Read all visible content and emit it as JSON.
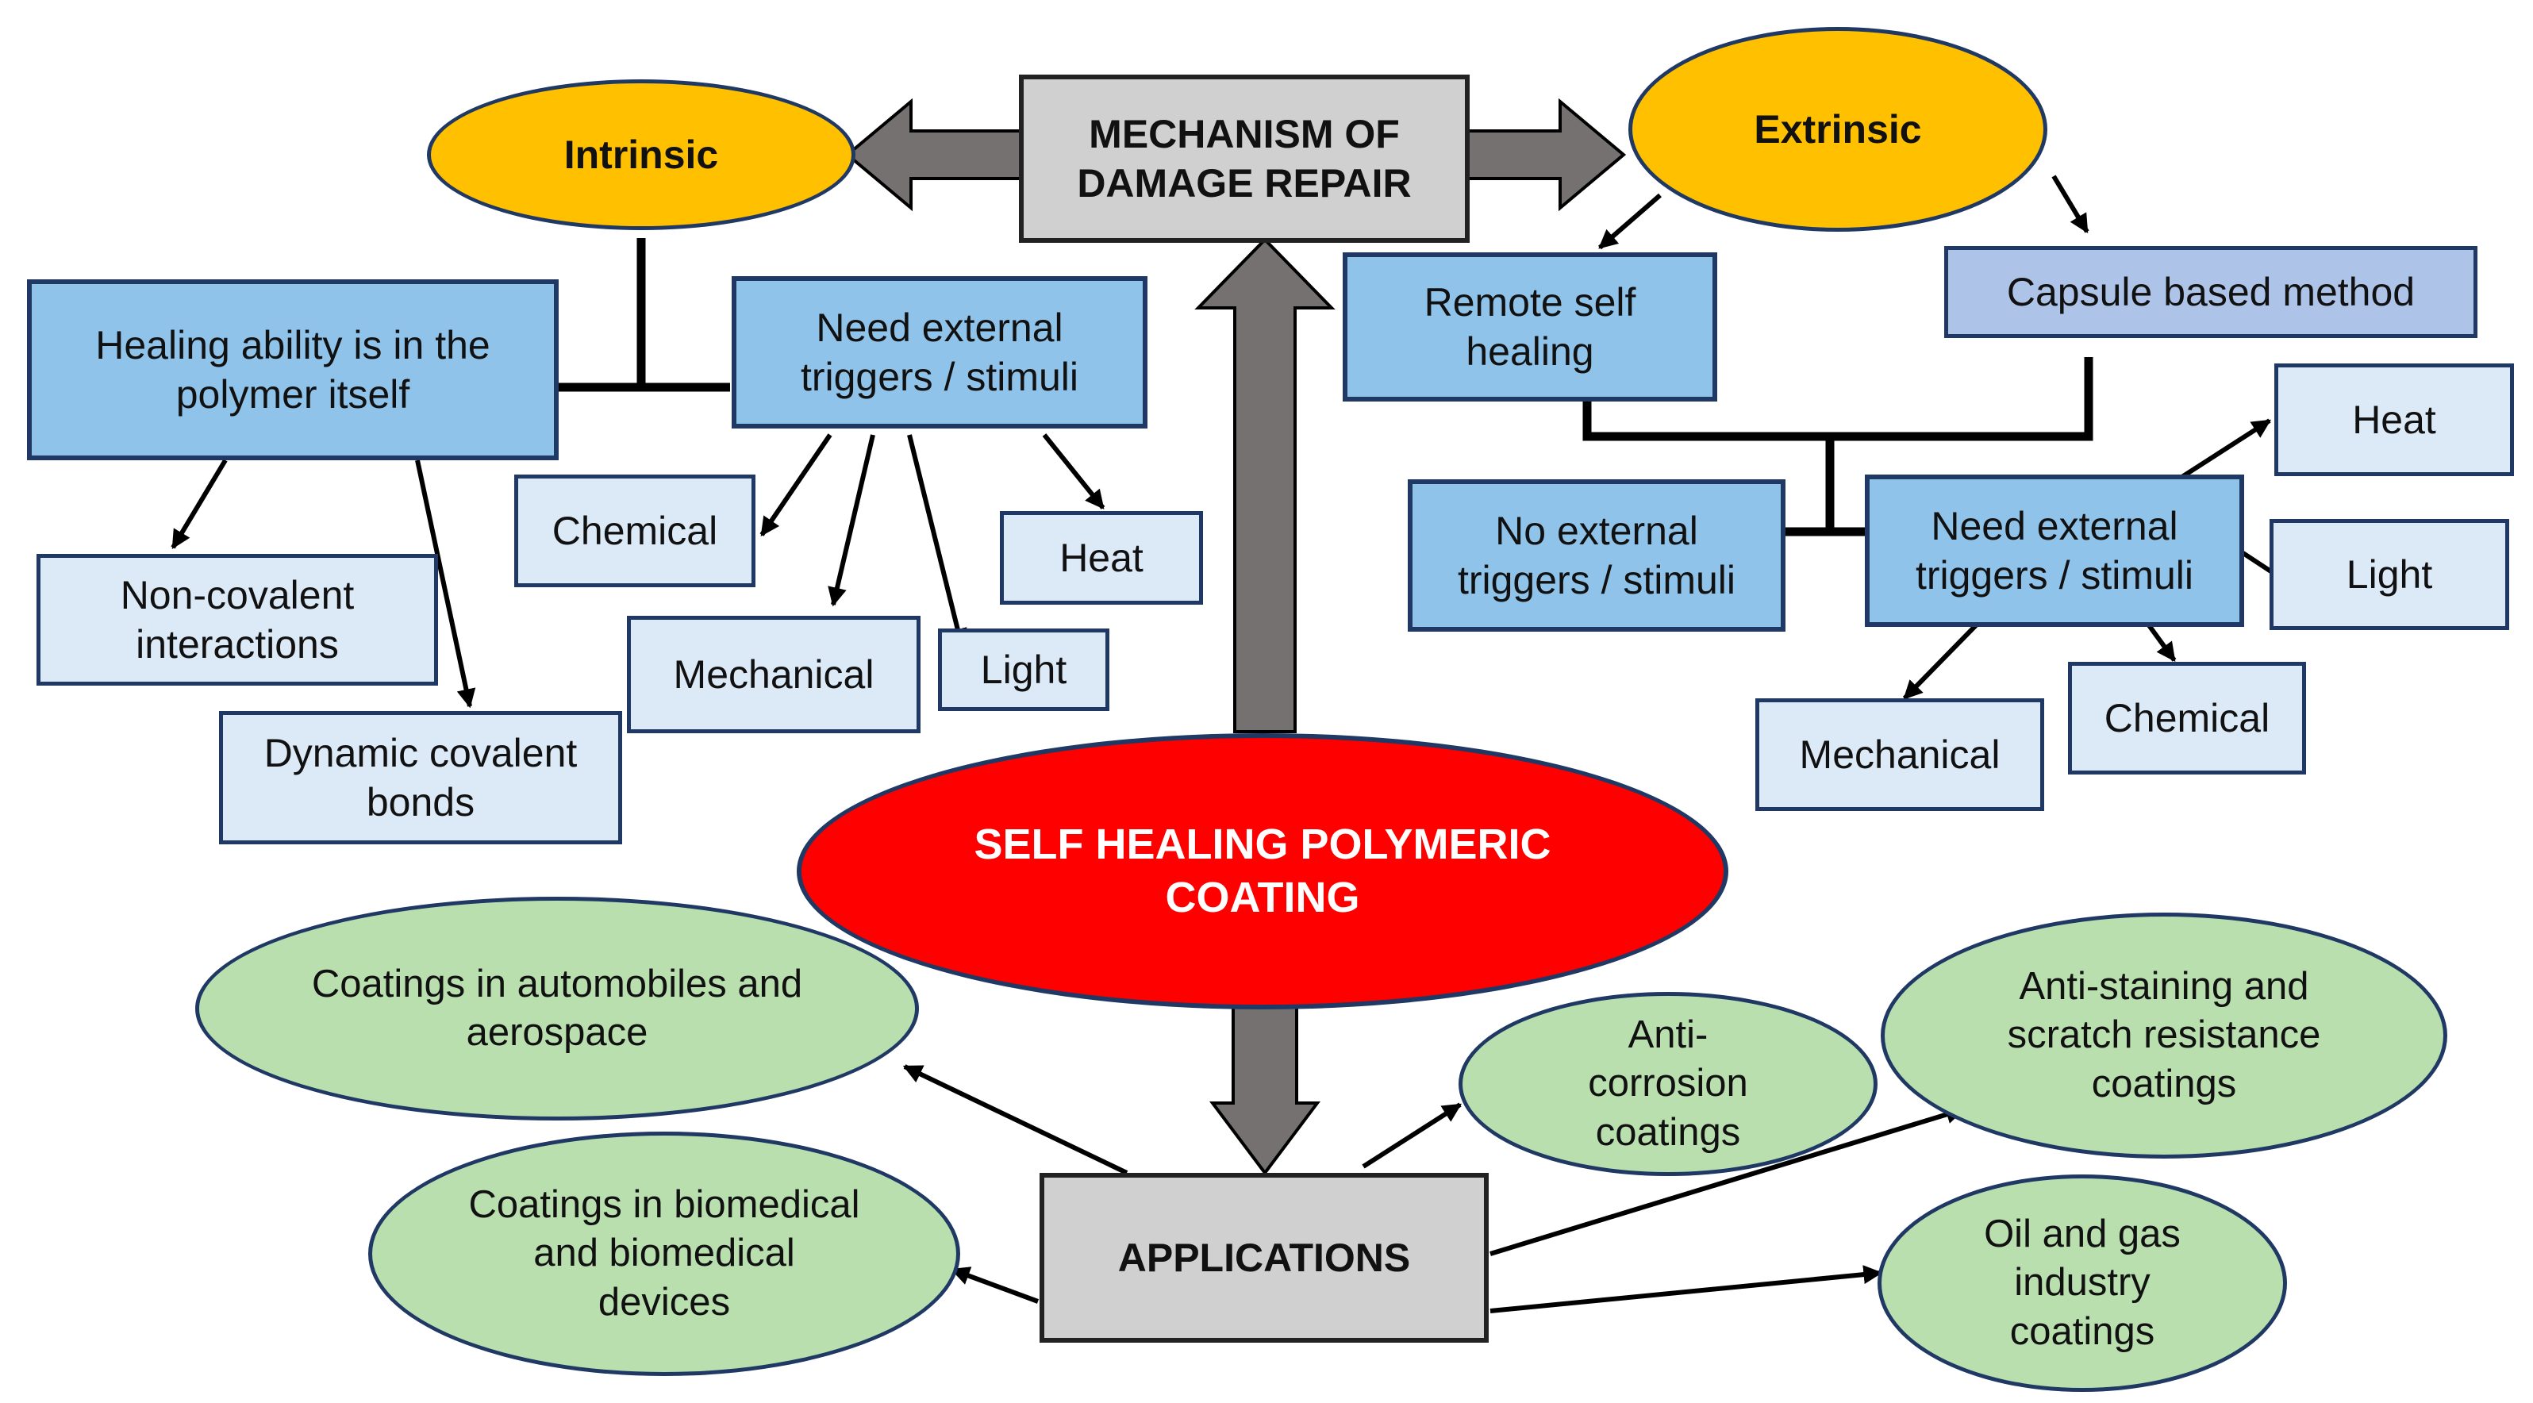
{
  "center": "SELF HEALING POLYMERIC COATING",
  "mechanism": "MECHANISM OF DAMAGE REPAIR",
  "applications": "APPLICATIONS",
  "intrinsic": {
    "title": "Intrinsic",
    "healing": "Healing ability is in the polymer itself",
    "need_triggers": "Need external triggers / stimuli",
    "non_covalent": "Non-covalent interactions",
    "dynamic_covalent": "Dynamic covalent bonds",
    "chemical": "Chemical",
    "mechanical": "Mechanical",
    "light": "Light",
    "heat": "Heat"
  },
  "extrinsic": {
    "title": "Extrinsic",
    "remote": "Remote self healing",
    "capsule": "Capsule based method",
    "no_triggers": "No external triggers / stimuli",
    "need_triggers": "Need external triggers / stimuli",
    "heat": "Heat",
    "light": "Light",
    "chemical": "Chemical",
    "mechanical": "Mechanical"
  },
  "apps": {
    "automobiles": "Coatings in automobiles and aerospace",
    "biomedical": "Coatings in biomedical and biomedical devices",
    "anticorrosion": "Anti-corrosion coatings",
    "antistaining": "Anti-staining and scratch resistance coatings",
    "oilgas": "Oil and gas industry coatings"
  }
}
